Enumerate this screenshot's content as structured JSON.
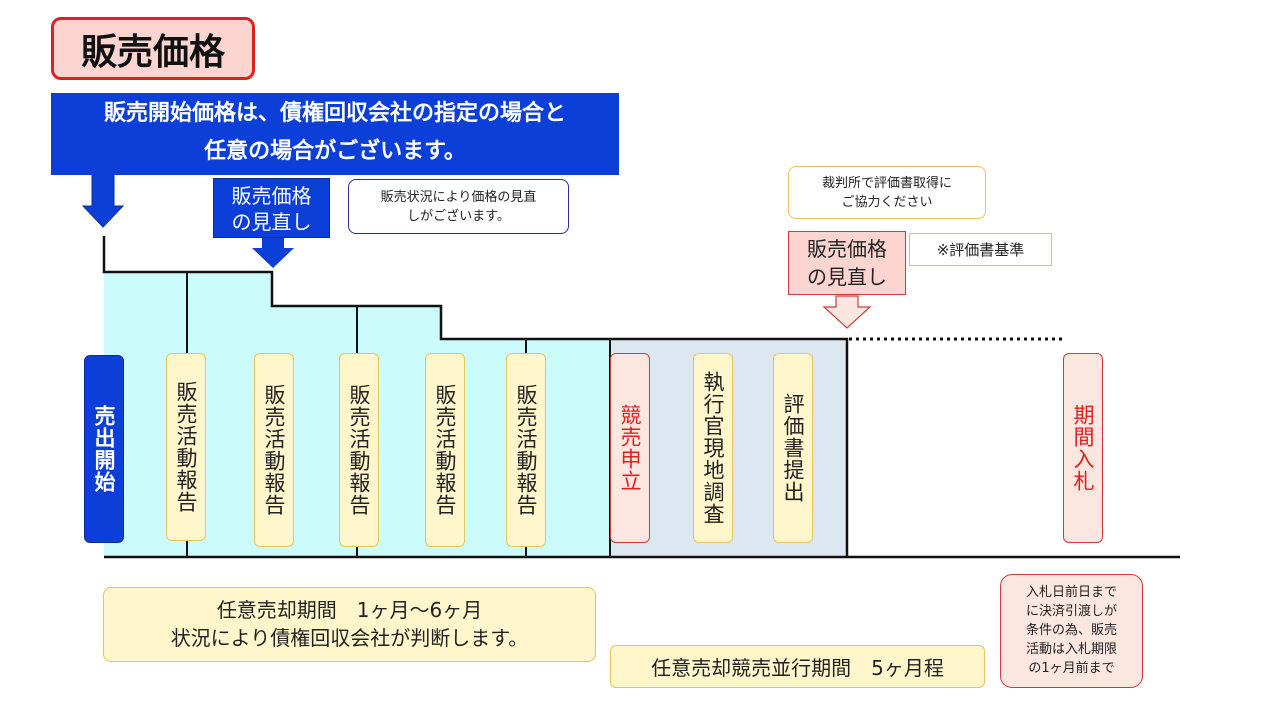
{
  "title": "販売価格",
  "banner": {
    "line1": "販売開始価格は、債権回収会社の指定の場合と",
    "line2": "任意の場合がございます。"
  },
  "review_label_blue": {
    "line1": "販売価格",
    "line2": "の見直し"
  },
  "note_sales": {
    "line1": "販売状況により価格の見直",
    "line2": "しがございます。"
  },
  "note_court": {
    "line1": "裁判所で評価書取得に",
    "line2": "ご協力ください"
  },
  "review_label_pink": {
    "line1": "販売価格",
    "line2": "の見直し"
  },
  "appraisal_standard": "※評価書基準",
  "milestones": {
    "start": "売出開始",
    "report": "販売活動報告",
    "auction_filing": "競売申立",
    "inspection": "執行官現地調査",
    "appraisal": "評価書提出",
    "bidding": "期間入札"
  },
  "period_voluntary": {
    "line1": "任意売却期間　1ヶ月～6ヶ月",
    "line2": "状況により債権回収会社が判断します。"
  },
  "period_parallel": "任意売却競売並行期間　5ヶ月程",
  "deadline_note": {
    "line1": "入札日前日まで",
    "line2": "に決済引渡しが",
    "line3": "条件の為、販売",
    "line4": "活動は入札期限",
    "line5": "の1ヶ月前まで"
  },
  "colors": {
    "blue": "#0b3fd8",
    "cyan_fill": "#ccfbfb",
    "gray_fill": "#dde7f1",
    "cream": "#fff6cc",
    "pink": "#fcd5d0",
    "red": "#e02020"
  }
}
